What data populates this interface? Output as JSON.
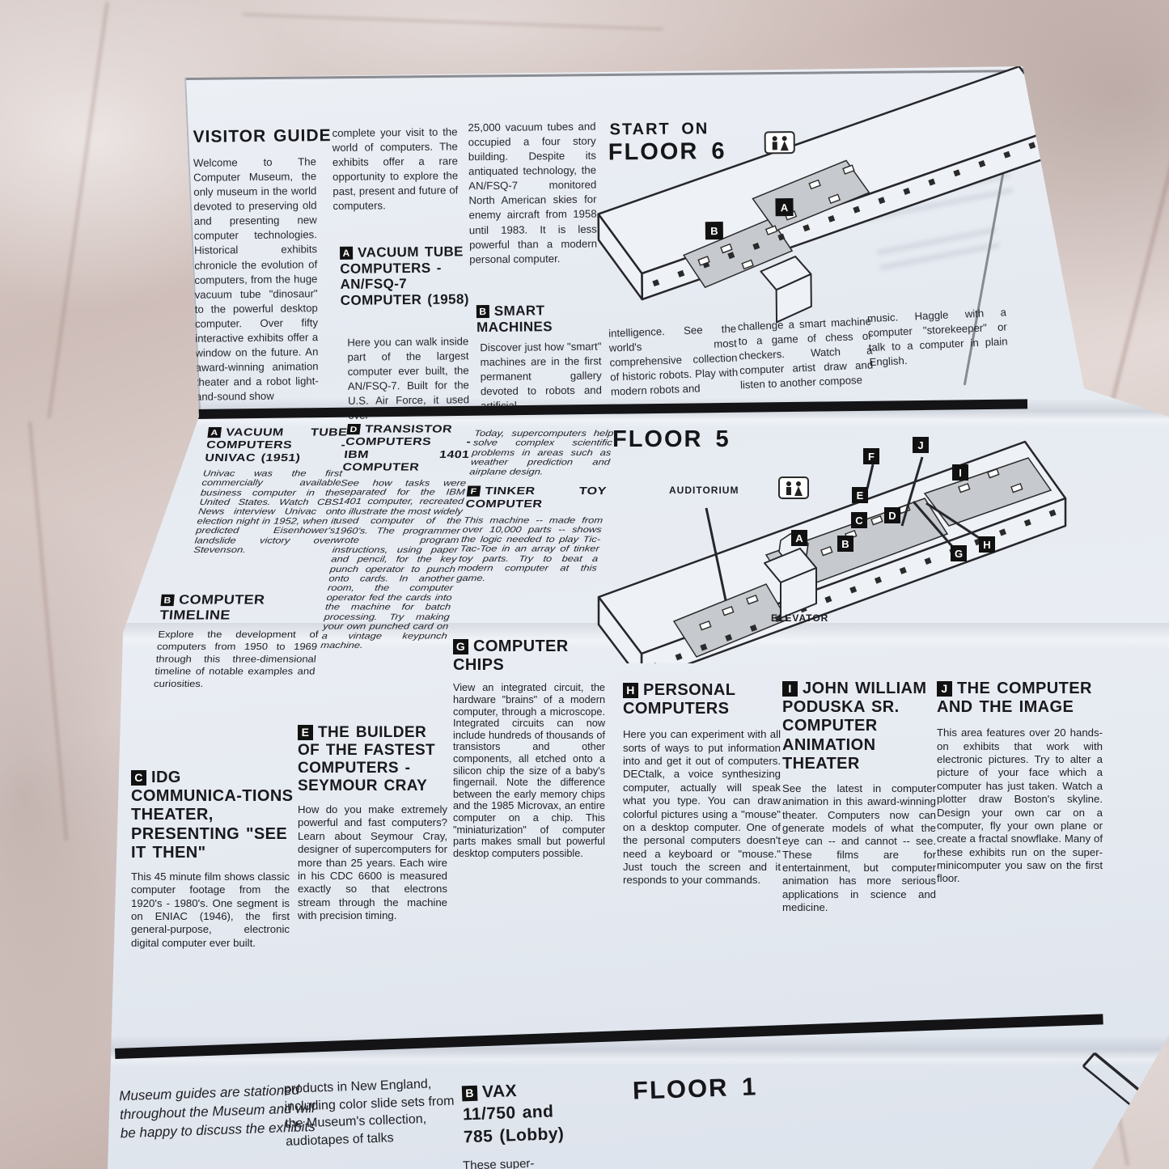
{
  "brochure": {
    "floor6": {
      "start_line1": "START ON",
      "start_line2": "FLOOR 6",
      "visitor_guide": {
        "title": "VISITOR GUIDE",
        "body": "Welcome to The Computer Museum, the only museum in the world devoted to preserving old and presenting new computer technologies. Historical exhibits chronicle the evolution of computers, from the huge vacuum tube \"dinosaur\" to the powerful desktop computer. Over fifty interactive exhibits offer a window on the future. An award-winning animation theater and a robot light-and-sound show"
      },
      "intro_cont": "complete your visit to the world of computers. The exhibits offer a rare opportunity to explore the past, present and future of computers.",
      "exhibit_a": {
        "badge": "A",
        "title": "VACUUM TUBE COMPUTERS - AN/FSQ-7 COMPUTER (1958)",
        "body": "Here you can walk inside part of the largest computer ever built, the AN/FSQ-7. Built for the U.S. Air Force, it used over"
      },
      "tubes_cont": "25,000 vacuum tubes and occupied a four story building. Despite its antiquated technology, the AN/FSQ-7 monitored North American skies for enemy aircraft from 1958 until 1983. It is less powerful than a modern personal computer.",
      "exhibit_b": {
        "badge": "B",
        "title": "SMART MACHINES",
        "body": "Discover just how \"smart\" machines are in the first permanent gallery devoted to robots and artificial"
      },
      "smart_cont1": "intelligence. See the world's most comprehensive collection of historic robots. Play with modern robots and",
      "smart_cont2": "challenge a smart machine to a game of chess or checkers. Watch a computer artist draw and listen to another compose",
      "smart_cont3": "music. Haggle with a computer \"storekeeper\" or talk to a computer in plain English.",
      "map": {
        "labels": [
          "A",
          "B"
        ],
        "restroom_icon": "mens-womens-restroom-sign"
      }
    },
    "floor5": {
      "heading": "FLOOR 5",
      "map": {
        "auditorium": "AUDITORIUM",
        "elevator": "ELEVATOR",
        "labels": [
          "A",
          "B",
          "C",
          "D",
          "E",
          "F",
          "G",
          "H",
          "I",
          "J"
        ],
        "restroom_icon": "mens-womens-restroom-sign"
      },
      "exhibit_a": {
        "badge": "A",
        "title": "VACUUM TUBE COMPUTERS - UNIVAC (1951)",
        "body": "Univac was the first commercially available business computer in the United States. Watch CBS News interview Univac on election night in 1952, when it predicted Eisenhower's landslide victory over Stevenson."
      },
      "exhibit_b": {
        "badge": "B",
        "title": "COMPUTER TIMELINE",
        "body": "Explore the development of computers from 1950 to 1969 through this three-dimensional timeline of notable examples and curiosities."
      },
      "exhibit_c": {
        "badge": "C",
        "title": "IDG COMMUNICA-TIONS THEATER, PRESENTING \"SEE IT THEN\"",
        "body": "This 45 minute film shows classic computer footage from the 1920's - 1980's. One segment is on ENIAC (1946), the first general-purpose, electronic digital computer ever built."
      },
      "exhibit_d": {
        "badge": "D",
        "title": "TRANSISTOR COMPUTERS - IBM 1401 COMPUTER",
        "body": "See how tasks were separated for the IBM 1401 computer, recreated to illustrate the most widely used computer of the 1960's. The programmer wrote program instructions, using paper and pencil, for the key punch operator to punch onto cards. In another room, the computer operator fed the cards into the machine for batch processing. Try making your own punched card on a vintage keypunch machine."
      },
      "supercomputers_note": "Today, supercomputers help solve complex scientific problems in areas such as weather prediction and airplane design.",
      "exhibit_e": {
        "badge": "E",
        "title": "THE BUILDER OF THE FASTEST COMPUTERS - SEYMOUR CRAY",
        "body": "How do you make extremely powerful and fast computers?  Learn about Seymour Cray, designer of supercomputers for more than 25 years. Each wire in his CDC 6600 is measured exactly so that electrons stream through the machine with precision timing."
      },
      "exhibit_f": {
        "badge": "F",
        "title": "TINKER TOY COMPUTER",
        "body": "This machine -- made from over 10,000 parts -- shows the logic needed to play Tic-Tac-Toe in an array of tinker toy parts.  Try to beat a modern computer at this game."
      },
      "exhibit_g": {
        "badge": "G",
        "title": "COMPUTER CHIPS",
        "body": "View an integrated circuit, the hardware \"brains\" of a modern computer, through a microscope.  Integrated circuits can now include hundreds of thousands of transistors and other components, all etched onto a silicon chip the size of a baby's fingernail.  Note the difference between the early memory chips and the 1985 Microvax, an entire computer on a chip. This \"miniaturization\" of computer parts makes small but powerful desktop computers possible."
      },
      "exhibit_h": {
        "badge": "H",
        "title": "PERSONAL COMPUTERS",
        "body": "Here you can experiment with all sorts of ways to put information into and get it out of computers. DECtalk, a voice synthesizing computer, actually will speak what you type.  You can draw colorful pictures using a \"mouse\" on a desktop computer.  One of the personal computers doesn't need a keyboard or \"mouse.\" Just touch the screen and it responds to your commands."
      },
      "exhibit_i": {
        "badge": "I",
        "title": "JOHN WILLIAM PODUSKA SR. COMPUTER ANIMATION THEATER",
        "body": "See the latest in computer animation in this award-winning theater. Computers now can generate models of what the eye can -- and cannot -- see.  These films are for entertainment, but computer animation has more serious applications in science and medicine."
      },
      "exhibit_j": {
        "badge": "J",
        "title": "THE COMPUTER AND THE IMAGE",
        "body": "This area features over 20 hands-on exhibits that work with electronic pictures. Try to alter a picture of your face which a computer has just taken.  Watch a plotter draw Boston's skyline. Design your own car on a computer, fly your own plane or create a fractal snowflake. Many of these exhibits run on the super-minicomputer you saw on the first floor."
      }
    },
    "floor1": {
      "heading": "FLOOR 1",
      "guides_note": "Museum guides are stationed throughout the Museum and will be happy to discuss the exhibits",
      "products_cont": "products in New England, including color slide sets from the Museum's collection, audiotapes of talks",
      "exhibit_b": {
        "badge": "B",
        "title": "VAX 11/750 and 785 (Lobby)",
        "body": "These super-"
      }
    },
    "colors": {
      "paper": "#e7ebf2",
      "ink": "#1d1d22",
      "marble": "#d3c4bf"
    }
  }
}
